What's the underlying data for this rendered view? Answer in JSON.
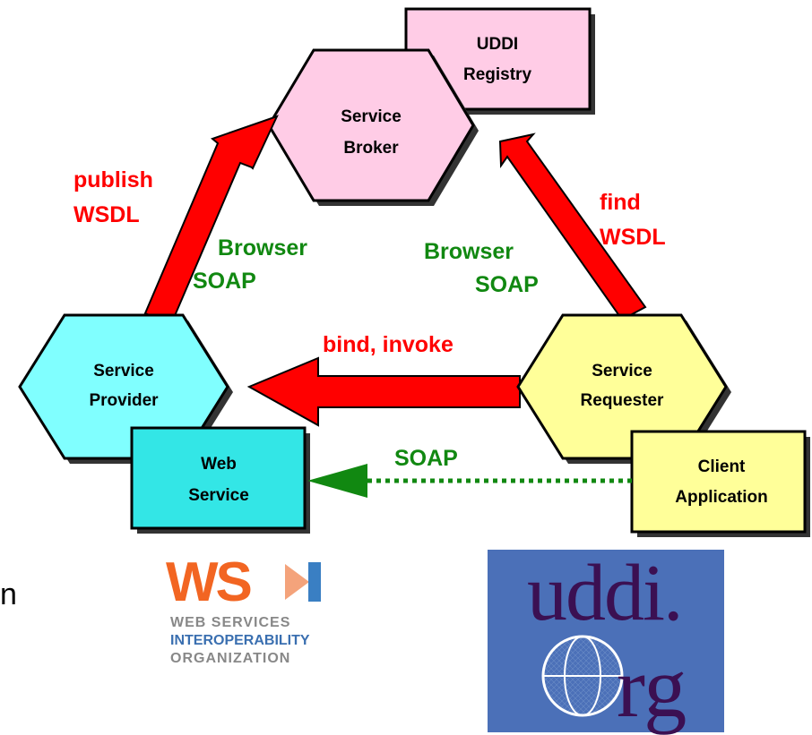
{
  "nodes": {
    "uddi_registry": {
      "line1": "UDDI",
      "line2": "Registry",
      "color": "#ffcce6"
    },
    "service_broker": {
      "line1": "Service",
      "line2": "Broker",
      "color": "#ffcce6"
    },
    "service_provider": {
      "line1": "Service",
      "line2": "Provider",
      "color": "#80ffff"
    },
    "service_requester": {
      "line1": "Service",
      "line2": "Requester",
      "color": "#ffff99"
    },
    "web_service": {
      "line1": "Web",
      "line2": "Service",
      "color": "#33e6e6"
    },
    "client_application": {
      "line1": "Client",
      "line2": "Application",
      "color": "#ffff99"
    }
  },
  "edges": {
    "publish": {
      "line1": "publish",
      "line2": "WSDL",
      "color": "#ff0000"
    },
    "find": {
      "line1": "find",
      "line2": "WSDL",
      "color": "#ff0000"
    },
    "bind": {
      "label": "bind, invoke",
      "color": "#ff0000"
    },
    "soap_dotted": {
      "label": "SOAP",
      "color": "#118811"
    }
  },
  "protocols": {
    "left": {
      "line1": "Browser",
      "line2": "SOAP",
      "color": "#118811"
    },
    "right": {
      "line1": "Browser",
      "line2": "SOAP",
      "color": "#118811"
    }
  },
  "cut_off_text": "n",
  "logos": {
    "wsi": {
      "mark": "WS",
      "line1": "WEB SERVICES",
      "line2": "INTEROPERABILITY",
      "line3": "ORGANIZATION"
    },
    "uddi": {
      "top": "uddi.",
      "bottom": "rg"
    }
  }
}
